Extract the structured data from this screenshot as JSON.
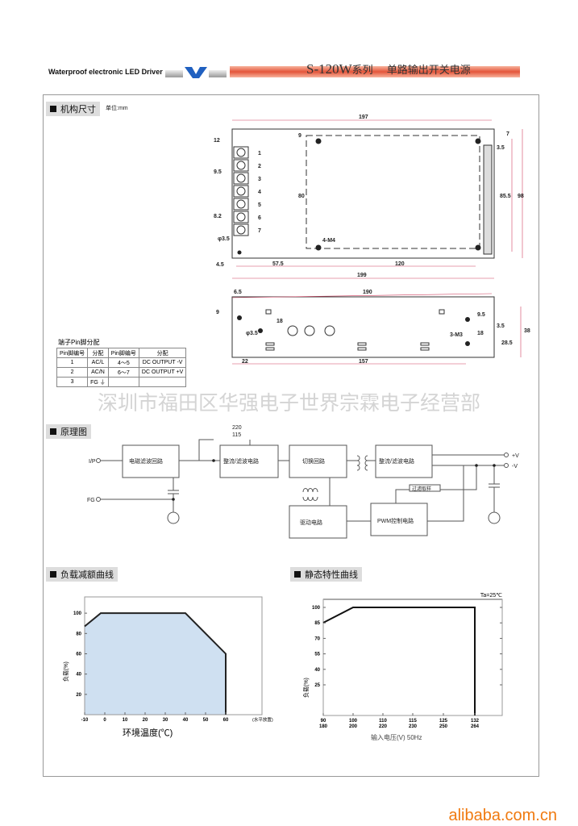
{
  "header": {
    "tagline": "Waterproof electronic LED Driver",
    "model": "S-120W",
    "series": "系列",
    "title": "单路输出开关电源"
  },
  "sections": {
    "dimensions": "机构尺寸",
    "unit": "单位:mm",
    "principle": "原理图",
    "derating": "负载减额曲线",
    "static": "静态特性曲线"
  },
  "dims_top": {
    "w197": "197",
    "h12": "12",
    "h9": "9",
    "h7": "7",
    "h3_5": "3.5",
    "p9_5": "9.5",
    "p8_2": "8.2",
    "h80": "80",
    "h85_5": "85.5",
    "h98": "98",
    "hole": "φ3.5",
    "m4": "4-M4",
    "d4_5": "4.5",
    "d57_5": "57.5",
    "d120": "120",
    "d199": "199",
    "pins": [
      "1",
      "2",
      "3",
      "4",
      "5",
      "6",
      "7"
    ]
  },
  "dims_side": {
    "d6_5": "6.5",
    "d190": "190",
    "d9": "9",
    "d18": "18",
    "hole": "φ3.5",
    "d9_5": "9.5",
    "d18b": "18",
    "m3": "3-M3",
    "d3_5": "3.5",
    "d28_5": "28.5",
    "d38": "38",
    "d22": "22",
    "d157": "157"
  },
  "pin_table": {
    "title": "端子Pin脚分配",
    "headers": [
      "Pin脚编号",
      "分配",
      "Pin脚编号",
      "分配"
    ],
    "rows": [
      [
        "1",
        "AC/L",
        "4～5",
        "DC OUTPUT -V"
      ],
      [
        "2",
        "AC/N",
        "6～7",
        "DC OUTPUT +V"
      ],
      [
        "3",
        "FG ⏚",
        "",
        ""
      ]
    ]
  },
  "watermark": "深圳市福田区华强电子世界宗霖电子经营部",
  "schematic": {
    "ip": "I/P",
    "fg": "FG",
    "emi": "电磁滤波回路",
    "rect1": "整流/滤波电路",
    "v220": "220",
    "v115": "115",
    "switch": "切换回路",
    "rect2": "整流/滤波电路",
    "pv": "+V",
    "nv": "-V",
    "sample": "过滤取样",
    "pwm": "PWM控制电路",
    "drive": "驱动电路"
  },
  "chart_data": [
    {
      "type": "area",
      "title": "负载减额曲线",
      "xlabel": "环境温度(℃)",
      "ylabel": "负载(%)",
      "x_note": "(水平放置)",
      "xlim": [
        -10,
        78
      ],
      "ylim": [
        0,
        116
      ],
      "xticks": [
        -10,
        0,
        10,
        20,
        30,
        40,
        50,
        60
      ],
      "yticks": [
        20,
        40,
        60,
        80,
        100
      ],
      "points": [
        [
          -10,
          87
        ],
        [
          -2,
          100
        ],
        [
          40,
          100
        ],
        [
          60,
          60
        ],
        [
          60,
          0
        ]
      ],
      "fill": "#cfe0f1"
    },
    {
      "type": "line",
      "title": "静态特性曲线",
      "annotation": "Ta=25℃",
      "xlabel": "输入电压(V) 50Hz",
      "ylabel": "负载(%)",
      "xticks": [
        [
          "90",
          "180"
        ],
        [
          "100",
          "200"
        ],
        [
          "110",
          "220"
        ],
        [
          "115",
          "230"
        ],
        [
          "125",
          "250"
        ],
        [
          "132",
          "264"
        ]
      ],
      "yticks": [
        "100",
        "85",
        "70",
        "55",
        "40",
        "25"
      ],
      "points": [
        [
          0,
          85
        ],
        [
          1,
          100
        ],
        [
          5,
          100
        ],
        [
          5,
          0
        ]
      ]
    }
  ],
  "footer": {
    "brand": "alibaba.com.cn"
  }
}
